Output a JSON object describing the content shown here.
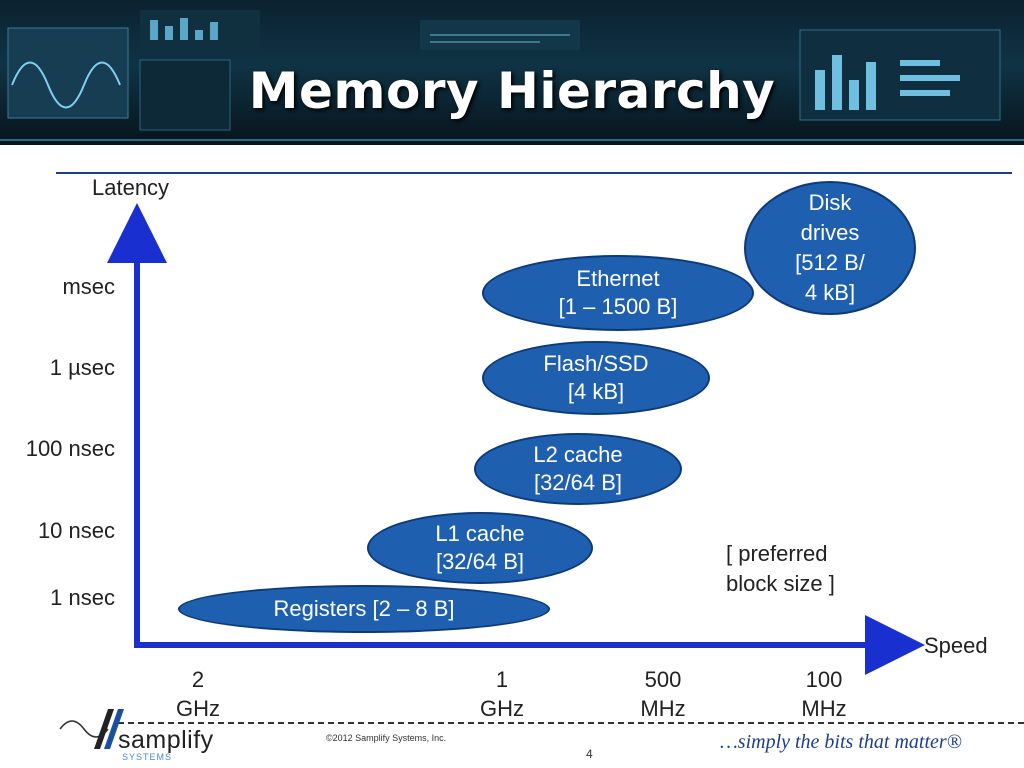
{
  "title": "Memory Hierarchy",
  "diagram": {
    "y_axis_label": "Latency",
    "x_axis_label": "Speed",
    "y_ticks": [
      "msec",
      "1 µsec",
      "100 nsec",
      "10 nsec",
      "1 nsec"
    ],
    "x_ticks": [
      {
        "value": "2",
        "unit": "GHz"
      },
      {
        "value": "1",
        "unit": "GHz"
      },
      {
        "value": "500",
        "unit": "MHz"
      },
      {
        "value": "100",
        "unit": "MHz"
      }
    ],
    "nodes": [
      {
        "name": "Registers",
        "lines": [
          "Registers [2 – 8 B]"
        ]
      },
      {
        "name": "L1 cache",
        "lines": [
          "L1 cache",
          "[32/64 B]"
        ]
      },
      {
        "name": "L2 cache",
        "lines": [
          "L2 cache",
          "[32/64 B]"
        ]
      },
      {
        "name": "Flash/SSD",
        "lines": [
          "Flash/SSD",
          "[4 kB]"
        ]
      },
      {
        "name": "Ethernet",
        "lines": [
          "Ethernet",
          "[1 – 1500 B]"
        ]
      },
      {
        "name": "Disk drives",
        "lines": [
          "Disk",
          "drives",
          "[512 B/",
          "4 kB]"
        ]
      }
    ],
    "annotation": [
      "[ preferred",
      "block size ]"
    ],
    "colors": {
      "node_fill": "#1e5fb0",
      "axis": "#1a2fd0",
      "top_rule": "#1f3f8a"
    }
  },
  "footer": {
    "logo_text": "samplify",
    "logo_subtext": "SYSTEMS",
    "copyright": "©2012 Samplify Systems, Inc.",
    "page_number": "4",
    "tagline": "…simply the bits that matter®"
  }
}
